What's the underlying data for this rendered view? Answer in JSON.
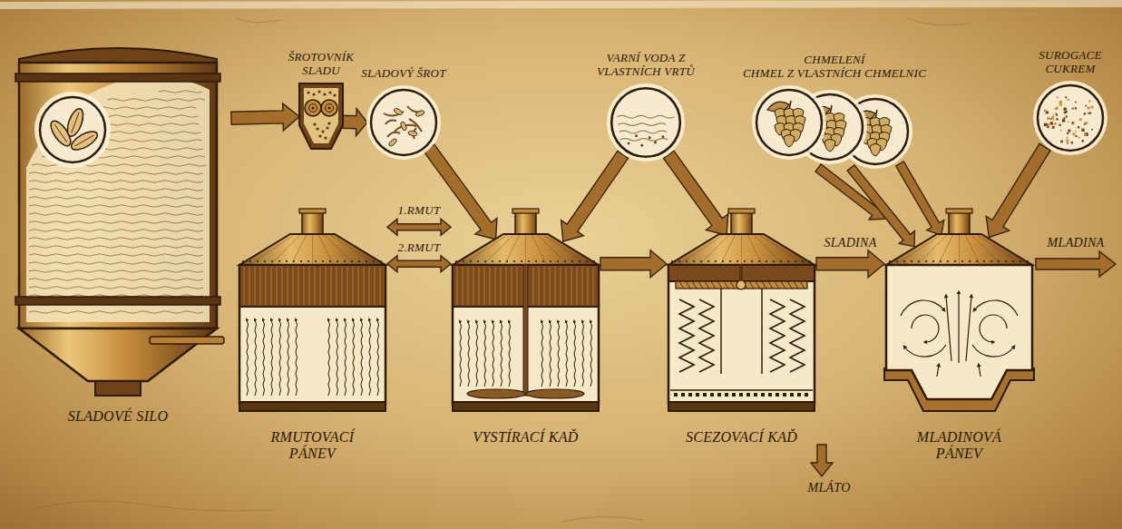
{
  "diagram": {
    "nodes": [
      {
        "text": [
          "SLADOVÉ SILO"
        ]
      },
      {
        "text": [
          "ŠROTOVNÍK SLADU"
        ]
      },
      {
        "text": [
          "SLADOVÝ ŠROT"
        ]
      },
      {
        "text": [
          "VARNÍ VODA Z VLASTNÍCH VRTŮ"
        ]
      },
      {
        "text": [
          "CHMELENÍ",
          "CHMEL Z VLASTNÍCH CHMELNIC"
        ]
      },
      {
        "text": [
          "SUROGACE CUKREM"
        ]
      },
      {
        "text": [
          "RMUTOVACÍ PÁNEV"
        ]
      },
      {
        "text": [
          "VYSTÍRACÍ KAĎ"
        ]
      },
      {
        "text": [
          "SCEZOVACÍ KAĎ"
        ]
      },
      {
        "text": [
          "MLADINOVÁ PÁNEV"
        ]
      }
    ],
    "edges": [
      {
        "from": 0,
        "to": 1,
        "arrow": "to"
      },
      {
        "from": 1,
        "to": 2,
        "arrow": "to"
      },
      {
        "from": 2,
        "to": 7,
        "arrow": "to"
      },
      {
        "from": 6,
        "to": 7,
        "label": "1.RMUT",
        "arrow": "both"
      },
      {
        "from": 6,
        "to": 7,
        "label": "2.RMUT",
        "arrow": "both"
      },
      {
        "from": 3,
        "to": 7,
        "arrow": "to"
      },
      {
        "from": 3,
        "to": 8,
        "arrow": "to"
      },
      {
        "from": 7,
        "to": 8,
        "arrow": "to"
      },
      {
        "from": 8,
        "to": 9,
        "label": "SLADINA",
        "arrow": "to"
      },
      {
        "from": 4,
        "to": 9,
        "arrow": "to"
      },
      {
        "from": 4,
        "to": 9,
        "arrow": "to"
      },
      {
        "from": 4,
        "to": 9,
        "arrow": "to"
      },
      {
        "from": 5,
        "to": 9,
        "arrow": "to"
      }
    ],
    "labels": [
      "MLADINA",
      "MLÁTO"
    ]
  }
}
